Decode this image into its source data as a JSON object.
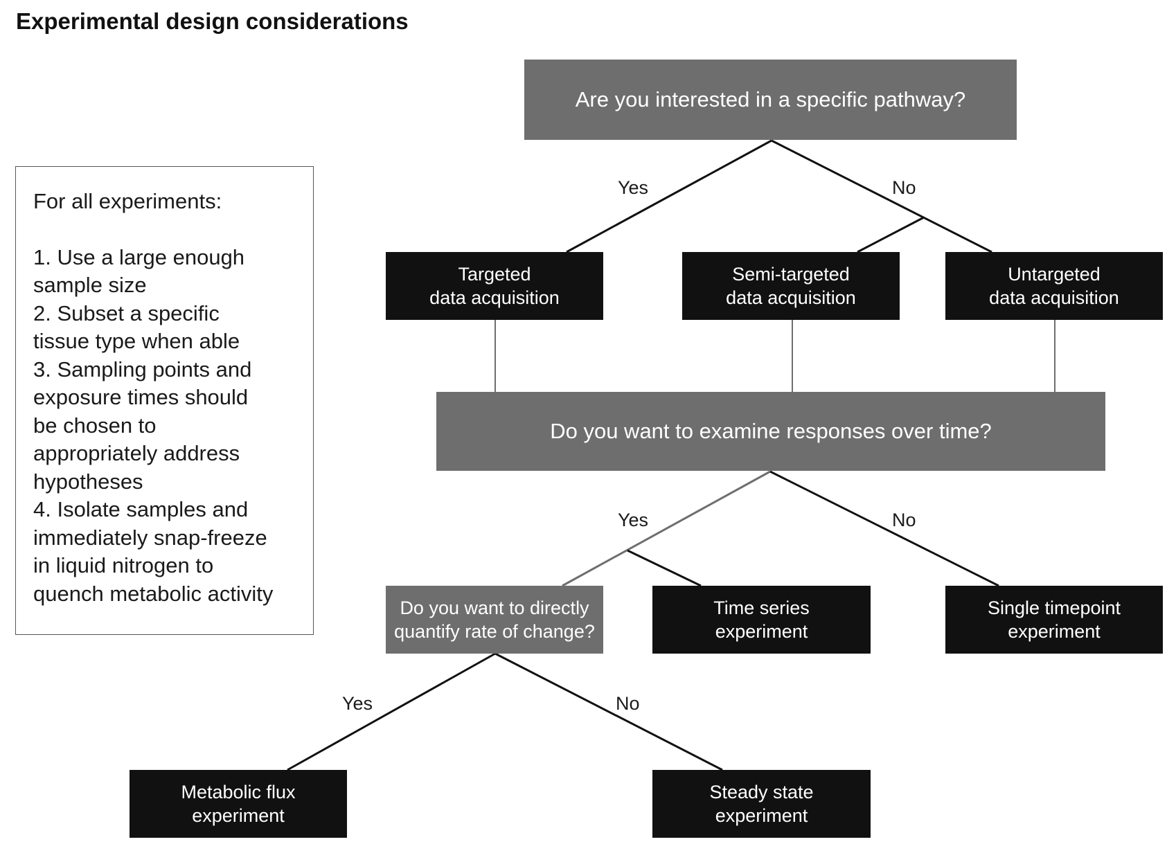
{
  "title": "Experimental design considerations",
  "considerations": {
    "heading": "For all experiments:",
    "items": [
      "1. Use a large enough\nsample size",
      "2. Subset a specific\ntissue type when able",
      "3. Sampling points and\nexposure times should\nbe chosen to\nappropriately address\nhypotheses",
      "4. Isolate samples and\nimmediately snap-freeze\nin liquid nitrogen to\nquench metabolic activity"
    ]
  },
  "nodes": {
    "q_pathway": "Are you interested in a specific pathway?",
    "targeted": "Targeted\ndata acquisition",
    "semi_targeted": "Semi-targeted\ndata acquisition",
    "untargeted": "Untargeted\ndata acquisition",
    "q_time": "Do you want to examine responses over time?",
    "q_rate": "Do you want to directly\nquantify rate of change?",
    "time_series": "Time series\nexperiment",
    "single_timepoint": "Single timepoint\nexperiment",
    "metabolic_flux": "Metabolic flux\nexperiment",
    "steady_state": "Steady state\nexperiment"
  },
  "edge_labels": {
    "pathway_yes": "Yes",
    "pathway_no": "No",
    "time_yes": "Yes",
    "time_no": "No",
    "rate_yes": "Yes",
    "rate_no": "No"
  },
  "colors": {
    "question_box": "#6e6e6e",
    "outcome_box": "#111111",
    "connector": "#111111",
    "connector_grey": "#6e6e6e"
  }
}
